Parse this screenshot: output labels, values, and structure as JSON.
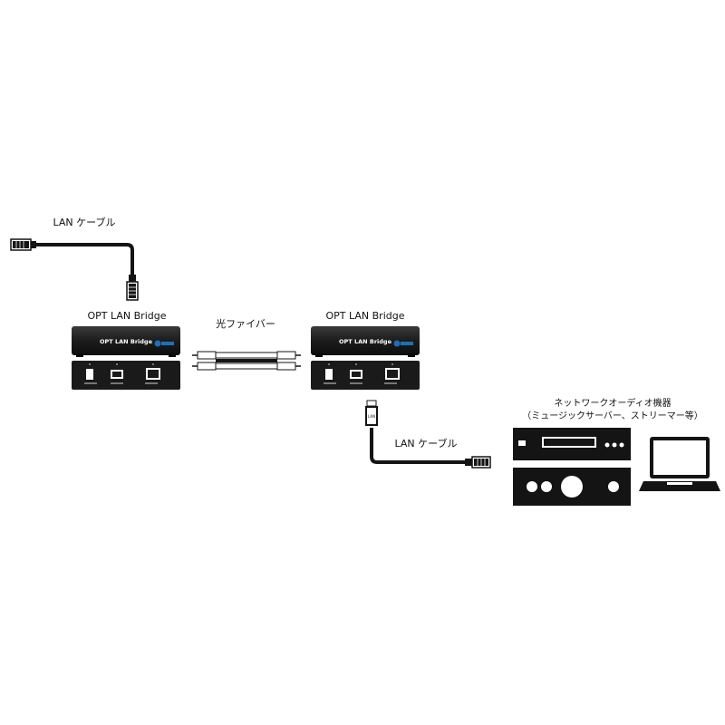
{
  "labels": {
    "lan_cable_1": "LAN ケーブル",
    "lan_cable_2": "LAN ケーブル",
    "bridge_1_title": "OPT LAN Bridge",
    "bridge_2_title": "OPT LAN Bridge",
    "fiber": "光ファイバー",
    "network_audio_line1": "ネットワークオーディオ機器",
    "network_audio_line2": "（ミュージックサーバー、ストリーマー等）"
  },
  "device_text": {
    "bridge_1_top": "OPT LAN Bridge",
    "bridge_2_top": "OPT LAN Bridge",
    "plug_text": "LAN"
  },
  "colors": {
    "device": "#1a1a1a",
    "device_text": "#ffffff",
    "cable": "#141414",
    "logo_blue": "#1e6fb8"
  }
}
